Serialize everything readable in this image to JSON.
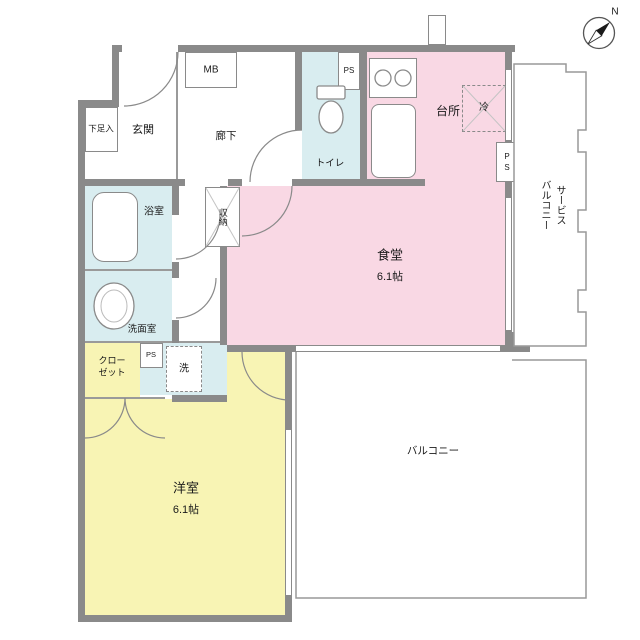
{
  "plan": {
    "compass_label": "N",
    "rooms": {
      "shoe_cabinet": {
        "label": "下足入"
      },
      "entrance": {
        "label": "玄関"
      },
      "meter_box": {
        "label": "MB"
      },
      "hallway": {
        "label": "廊下"
      },
      "toilet": {
        "label": "トイレ"
      },
      "pipe_space_top": {
        "label": "PS"
      },
      "kitchen": {
        "label": "台所"
      },
      "refrigerator": {
        "label": "冷"
      },
      "service_balcony": {
        "label": "サービス\nバルコニー"
      },
      "pipe_space_right": {
        "label": "P\nS"
      },
      "dining": {
        "label": "食堂",
        "size": "6.1帖"
      },
      "bathroom": {
        "label": "浴室"
      },
      "storage": {
        "label": "収納"
      },
      "washroom": {
        "label": "洗面室"
      },
      "closet": {
        "label": "クロー\nゼット"
      },
      "pipe_space_left": {
        "label": "PS"
      },
      "washer": {
        "label": "洗"
      },
      "western_room": {
        "label": "洋室",
        "size": "6.1帖"
      },
      "balcony": {
        "label": "バルコニー"
      }
    },
    "icons": {
      "compass-icon": "circle-with-needle",
      "toilet-icon": "tank-and-bowl",
      "bathtub-icon": "rounded-rect",
      "washbasin-icon": "oval-basin",
      "stove-icon": "two-burner-circles"
    },
    "colors": {
      "wall": "#8a8a8a",
      "pink": "#f9d8e4",
      "yellow": "#f8f4b4",
      "cyan": "#d9edf0",
      "line": "#999999"
    }
  }
}
